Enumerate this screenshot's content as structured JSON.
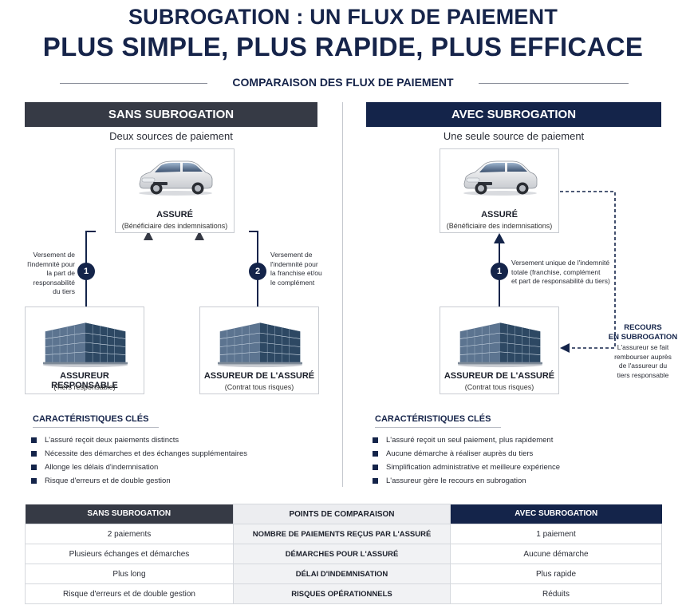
{
  "header": {
    "title_line1": "SUBROGATION : UN FLUX DE PAIEMENT",
    "title_line2": "PLUS SIMPLE, PLUS RAPIDE, PLUS EFFICACE",
    "subtitle": "COMPARAISON DES FLUX DE PAIEMENT"
  },
  "colors": {
    "dark_gray": "#363a45",
    "navy": "#14244a",
    "title_navy": "#16244a"
  },
  "left": {
    "header": "SANS SUBROGATION",
    "subtitle": "Deux sources de paiement",
    "insured": {
      "name": "ASSURÉ",
      "desc": "(Bénéficiaire des indemnisations)",
      "icon": "car-icon"
    },
    "step1": {
      "num": "1",
      "note": [
        "Versement de",
        "l'indemnité pour",
        "la part de responsabilité",
        "du tiers"
      ]
    },
    "step2": {
      "num": "2",
      "note": [
        "Versement de",
        "l'indemnité pour",
        "la franchise et/ou",
        "le complément"
      ]
    },
    "insurer_responsible": {
      "name": "ASSUREUR RESPONSABLE",
      "desc": "(Tiers responsable)",
      "icon": "office-building-icon"
    },
    "insurer_own": {
      "name": "ASSUREUR DE L'ASSURÉ",
      "desc": "(Contrat tous risques)",
      "icon": "office-building-icon"
    },
    "key_title": "CARACTÉRISTIQUES CLÉS",
    "key_points": [
      "L'assuré reçoit deux paiements distincts",
      "Nécessite des démarches et des échanges supplémentaires",
      "Allonge les délais d'indemnisation",
      "Risque d'erreurs et de double gestion"
    ]
  },
  "right": {
    "header": "AVEC SUBROGATION",
    "subtitle": "Une seule source de paiement",
    "insured": {
      "name": "ASSURÉ",
      "desc": "(Bénéficiaire des indemnisations)",
      "icon": "car-icon"
    },
    "step1": {
      "num": "1",
      "note": [
        "Versement unique de l'indemnité",
        "totale (franchise, complément",
        "et part de responsabilité du tiers)"
      ]
    },
    "insurer_own": {
      "name": "ASSUREUR DE L'ASSURÉ",
      "desc": "(Contrat tous risques)",
      "icon": "office-building-icon"
    },
    "recourse": {
      "title_line1": "RECOURS",
      "title_line2": "EN SUBROGATION",
      "text": [
        "L'assureur se fait",
        "rembourser auprès",
        "de l'assureur du",
        "tiers responsable"
      ]
    },
    "key_title": "CARACTÉRISTIQUES CLÉS",
    "key_points": [
      "L'assuré reçoit un seul paiement, plus rapidement",
      "Aucune démarche à réaliser auprès du tiers",
      "Simplification administrative et meilleure expérience",
      "L'assureur gère le recours en subrogation"
    ]
  },
  "comparison_table": {
    "headers": [
      "SANS SUBROGATION",
      "POINTS DE COMPARAISON",
      "AVEC SUBROGATION"
    ],
    "rows": [
      [
        "2 paiements",
        "NOMBRE DE PAIEMENTS REÇUS PAR L'ASSURÉ",
        "1 paiement"
      ],
      [
        "Plusieurs échanges et démarches",
        "DÉMARCHES POUR L'ASSURÉ",
        "Aucune démarche"
      ],
      [
        "Plus long",
        "DÉLAI D'INDEMNISATION",
        "Plus rapide"
      ],
      [
        "Risque d'erreurs et de double gestion",
        "RISQUES OPÉRATIONNELS",
        "Réduits"
      ]
    ]
  }
}
